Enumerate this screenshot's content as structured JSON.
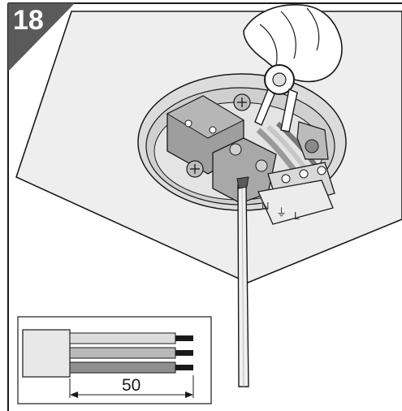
{
  "step": {
    "number": "18"
  },
  "terminals": {
    "neutral": "N",
    "earth_symbol": "⏚",
    "live": "L"
  },
  "inset": {
    "strip_length": "50"
  },
  "colors": {
    "ceiling": "#eeeeee",
    "badge": "#5a5a5a",
    "line": "#1a1a1a",
    "metal": "#9e9e9e",
    "wire_sheath": "#c8c8c8"
  }
}
